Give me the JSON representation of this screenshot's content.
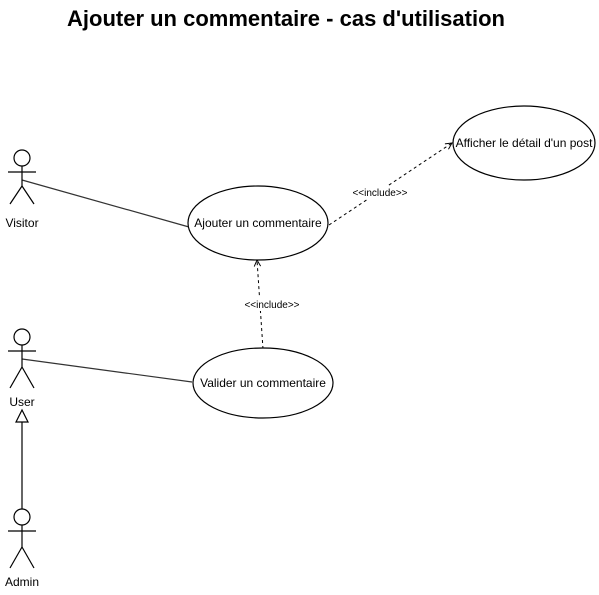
{
  "title": "Ajouter un commentaire - cas d'utilisation",
  "actors": {
    "visitor": "Visitor",
    "user": "User",
    "admin": "Admin"
  },
  "use_cases": {
    "afficher": "Afficher le détail d'un post",
    "ajouter": "Ajouter un commentaire",
    "valider": "Valider un commentaire"
  },
  "relations": {
    "include_1": "<<include>>",
    "include_2": "<<include>>"
  }
}
